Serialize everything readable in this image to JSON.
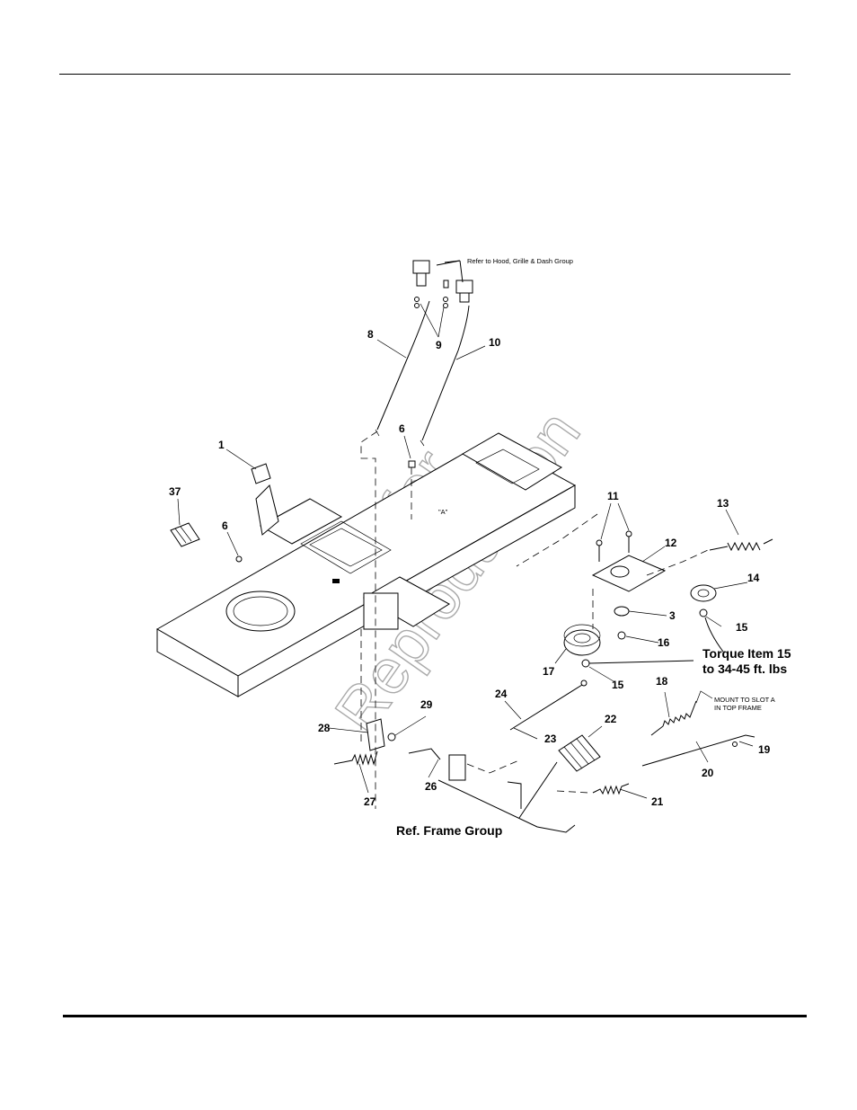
{
  "watermark": {
    "line1": "Not for",
    "line2": "Reproduction"
  },
  "notes": {
    "refer_hood": "Refer to Hood, Grille & Dash Group",
    "slot_a": "\"A\"",
    "mount_line1": "MOUNT TO SLOT A",
    "mount_line2": "IN TOP FRAME",
    "torque_line1": "Torque Item 15",
    "torque_line2": "to 34-45 ft. lbs",
    "ref_frame": "Ref. Frame Group"
  },
  "callouts": {
    "c1": "1",
    "c3": "3",
    "c6a": "6",
    "c6b": "6",
    "c8": "8",
    "c9": "9",
    "c10": "10",
    "c11": "11",
    "c12": "12",
    "c13": "13",
    "c14": "14",
    "c15a": "15",
    "c15b": "15",
    "c16": "16",
    "c17": "17",
    "c18": "18",
    "c19": "19",
    "c20": "20",
    "c21": "21",
    "c22": "22",
    "c23": "23",
    "c24": "24",
    "c26": "26",
    "c27": "27",
    "c28": "28",
    "c29": "29",
    "c37": "37"
  }
}
